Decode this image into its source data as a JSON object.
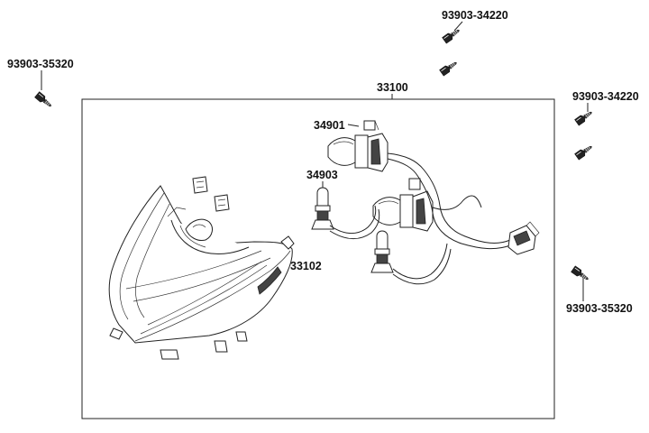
{
  "parts": {
    "assembly": "33100",
    "headlight_housing": "33102",
    "headlight_bulb": "34901",
    "position_bulb": "34903",
    "screw_top": "93903-34220",
    "screw_right_top": "93903-34220",
    "screw_left": "93903-35320",
    "screw_right_bottom": "93903-35320"
  }
}
